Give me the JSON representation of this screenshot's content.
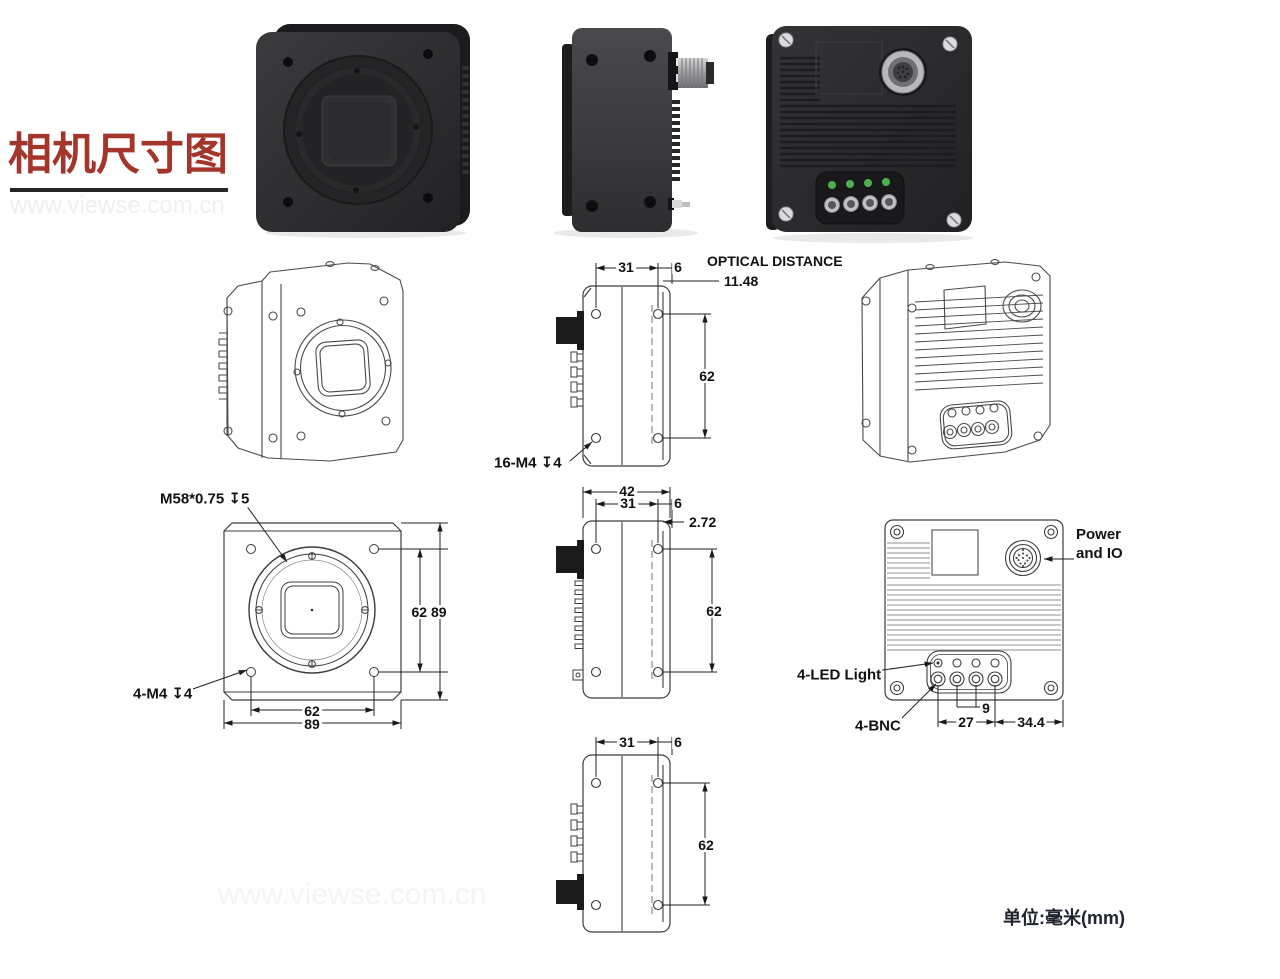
{
  "colors": {
    "title_red": "#A4352B",
    "led_green": "#4CAF50"
  },
  "header": {
    "title": "相机尺寸图",
    "watermark": "www.viewse.com.cn"
  },
  "footer": {
    "units": "单位:毫米(mm)",
    "watermark": "www.viewse.com.cn"
  },
  "views": {
    "side_top": {
      "dim_31": "31",
      "dim_6": "6",
      "optical_label": "OPTICAL DISTANCE",
      "dim_11_48": "11.48",
      "dim_62": "62",
      "thread_label": "16-M4 ↧4"
    },
    "front": {
      "mount_label": "M58*0.75 ↧5",
      "screw_label": "4-M4 ↧4",
      "dim_62_89": "62 89",
      "dim_62": "62",
      "dim_89": "89"
    },
    "side_mid": {
      "dim_42": "42",
      "dim_31": "31",
      "dim_6": "6",
      "dim_2_72": "2.72",
      "dim_62": "62"
    },
    "back": {
      "power_label": "Power and IO",
      "led_label": "4-LED Light",
      "bnc_label": "4-BNC",
      "dim_9": "9",
      "dim_27": "27",
      "dim_34_4": "34.4"
    },
    "side_bottom": {
      "dim_31": "31",
      "dim_6": "6",
      "dim_62": "62"
    }
  }
}
